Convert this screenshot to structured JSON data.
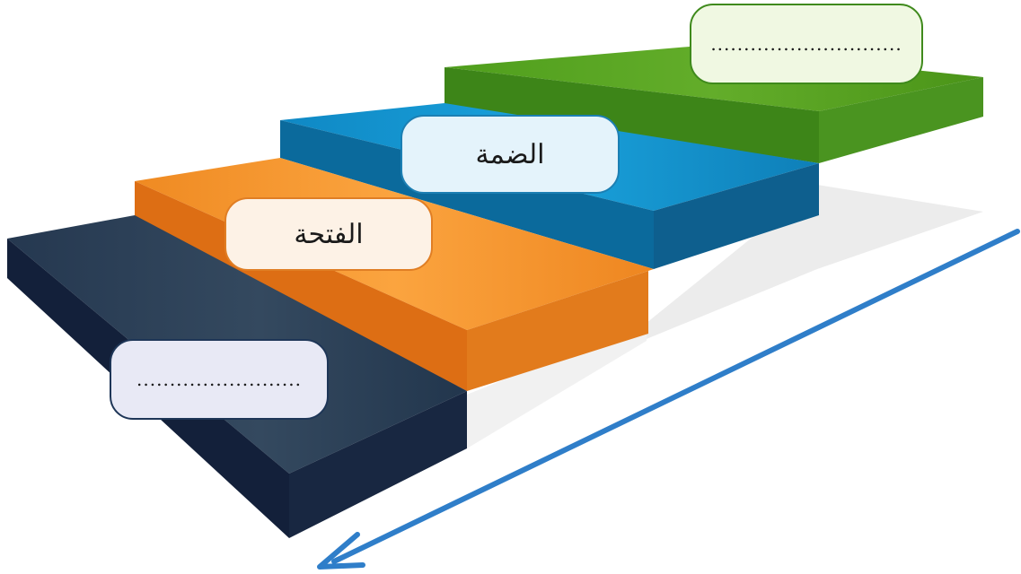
{
  "steps": [
    {
      "level": 1,
      "color_top": "#2b3f58",
      "color_side": "#1b2a3d",
      "color_front": "#101d2c",
      "label": "........................."
    },
    {
      "level": 2,
      "color_top": "#f7982f",
      "color_side": "#e47818",
      "color_front": "#d96a12",
      "label": "الفتحة"
    },
    {
      "level": 3,
      "color_top": "#1295cf",
      "color_side": "#0d6fa3",
      "color_front": "#0a5c8a",
      "label": "الضمة"
    },
    {
      "level": 4,
      "color_top": "#5aa623",
      "color_side": "#3f8a1c",
      "color_front": "#3b7f17",
      "label": "............................."
    }
  ],
  "arrow_color": "#2f7ec9",
  "shadow_color": "#ececec"
}
